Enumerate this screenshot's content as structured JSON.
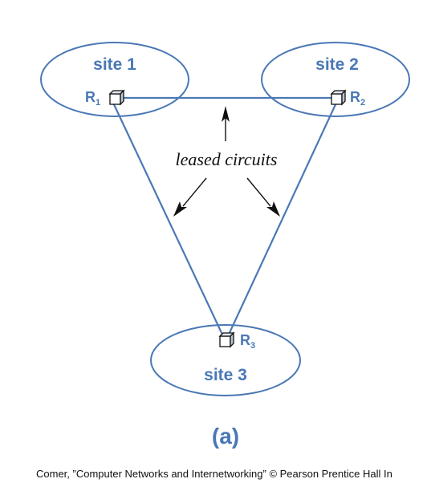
{
  "sites": [
    {
      "label": "site 1"
    },
    {
      "label": "site 2"
    },
    {
      "label": "site 3"
    }
  ],
  "routers": [
    {
      "letter": "R",
      "sub": "1"
    },
    {
      "letter": "R",
      "sub": "2"
    },
    {
      "letter": "R",
      "sub": "3"
    }
  ],
  "callout": "leased circuits",
  "caption": "(a)",
  "footer": "Comer, ”Computer Networks and Internetworking” ©  Pearson Prentice Hall In",
  "colors": {
    "line": "#4a78b5",
    "arrow": "#111111"
  }
}
